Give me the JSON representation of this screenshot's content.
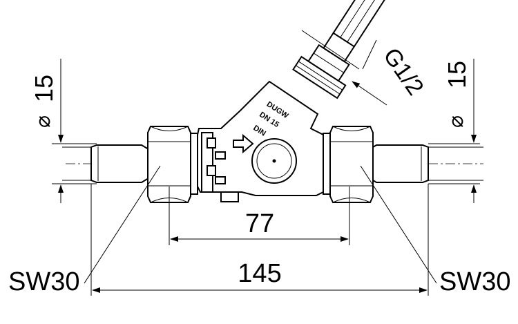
{
  "dimensions": {
    "pipe_diameter_left": "15",
    "pipe_diameter_right": "15",
    "thread": "G1/2",
    "length_inner": "77",
    "length_total": "145",
    "wrench_size_left": "SW30",
    "wrench_size_right": "SW30"
  },
  "body_marks": {
    "brand": "DUGW",
    "nominal": "DN 15",
    "standard": "DIN"
  },
  "symbols": {
    "diameter": "⌀"
  }
}
